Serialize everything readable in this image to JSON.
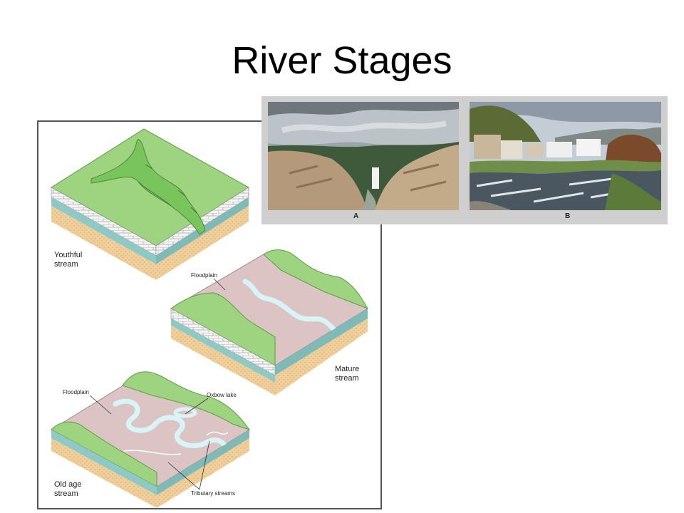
{
  "slide": {
    "title": "River Stages"
  },
  "diagram": {
    "youthful_label": [
      "Youthful",
      "stream"
    ],
    "mature_label": [
      "Mature",
      "stream"
    ],
    "old_age_label": [
      "Old age",
      "stream"
    ],
    "floodplain_mature": "Floodplain",
    "floodplain_old": "Floodplain",
    "oxbow": "Oxbow lake",
    "tributary": "Tributary streams"
  },
  "photos": {
    "a_label": "A",
    "b_label": "B"
  },
  "colors": {
    "grass": "#9ed480",
    "grass_dark": "#6fb455",
    "layer_blue": "#8ec9c6",
    "layer_sand": "#f0cf9a",
    "floodplain": "#dcc4c4",
    "water": "#d8f4f7"
  }
}
